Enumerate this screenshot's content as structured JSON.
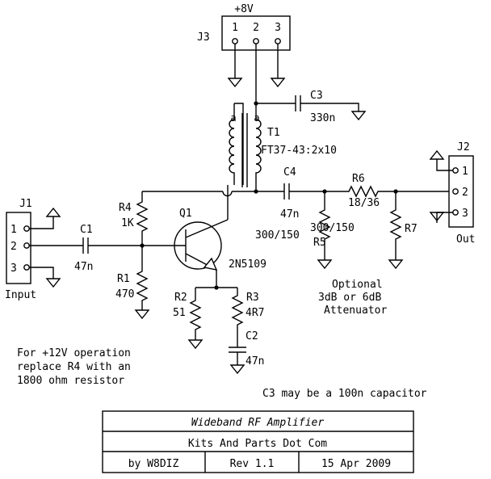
{
  "supply": {
    "label": "+8V"
  },
  "j3": {
    "name": "J3",
    "pins": [
      "1",
      "2",
      "3"
    ]
  },
  "j1": {
    "name": "J1",
    "pins": [
      "1",
      "2",
      "3"
    ],
    "caption": "Input"
  },
  "j2": {
    "name": "J2",
    "pins": [
      "1",
      "2",
      "3"
    ],
    "caption": "Out"
  },
  "c1": {
    "name": "C1",
    "value": "47n"
  },
  "c2": {
    "name": "C2",
    "value": "47n"
  },
  "c3": {
    "name": "C3",
    "value": "330n"
  },
  "c4": {
    "name": "C4",
    "value": "47n"
  },
  "r1": {
    "name": "R1",
    "value": "470"
  },
  "r2": {
    "name": "R2",
    "value": "51"
  },
  "r3": {
    "name": "R3",
    "value": "4R7"
  },
  "r4": {
    "name": "R4",
    "value": "1K"
  },
  "r5": {
    "name": "R5",
    "value": "300/150"
  },
  "r6": {
    "name": "R6",
    "value": "18/36"
  },
  "r7": {
    "name": "R7",
    "value": "300/150"
  },
  "q1": {
    "name": "Q1",
    "part": "2N5109"
  },
  "t1": {
    "name": "T1",
    "part": "FT37-43:2x10"
  },
  "notes": {
    "attenuator": [
      "Optional",
      "3dB or 6dB",
      "Attenuator"
    ],
    "supply_12v": [
      "For +12V operation",
      "replace R4 with an",
      "1800 ohm resistor"
    ],
    "c3_note": "C3 may be a 100n capacitor"
  },
  "title_block": {
    "title": "Wideband RF Amplifier",
    "company": "Kits And Parts Dot Com",
    "author": "by W8DIZ",
    "revision": "Rev 1.1",
    "date": "15 Apr 2009"
  }
}
